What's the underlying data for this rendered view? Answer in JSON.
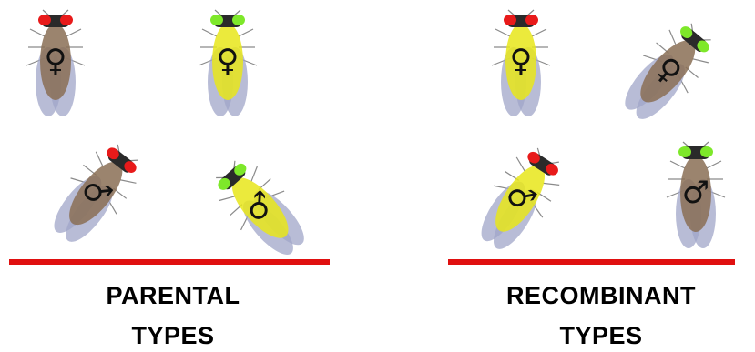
{
  "groups": [
    {
      "id": "parental",
      "line1": "PARENTAL",
      "line2": "TYPES"
    },
    {
      "id": "recombinant",
      "line1": "RECOMBINANT",
      "line2": "TYPES"
    }
  ],
  "flies": [
    {
      "group": "parental",
      "body": "brown",
      "eyes": "red",
      "sex": "female",
      "symbol": "♀"
    },
    {
      "group": "parental",
      "body": "yellow",
      "eyes": "green",
      "sex": "female",
      "symbol": "♀"
    },
    {
      "group": "parental",
      "body": "brown",
      "eyes": "red",
      "sex": "male",
      "symbol": "♂"
    },
    {
      "group": "parental",
      "body": "yellow",
      "eyes": "green",
      "sex": "male",
      "symbol": "♂"
    },
    {
      "group": "recombinant",
      "body": "yellow",
      "eyes": "red",
      "sex": "female",
      "symbol": "♀"
    },
    {
      "group": "recombinant",
      "body": "brown",
      "eyes": "green",
      "sex": "female",
      "symbol": "♀"
    },
    {
      "group": "recombinant",
      "body": "yellow",
      "eyes": "red",
      "sex": "male",
      "symbol": "♂"
    },
    {
      "group": "recombinant",
      "body": "brown",
      "eyes": "green",
      "sex": "male",
      "symbol": "♂"
    }
  ],
  "colors": {
    "brown_body": "#8a6f55",
    "yellow_body": "#e8e61a",
    "red_eye": "#e81a1a",
    "green_eye": "#7ee82a",
    "wing": "#a0a6c8",
    "divider": "#e01010"
  }
}
